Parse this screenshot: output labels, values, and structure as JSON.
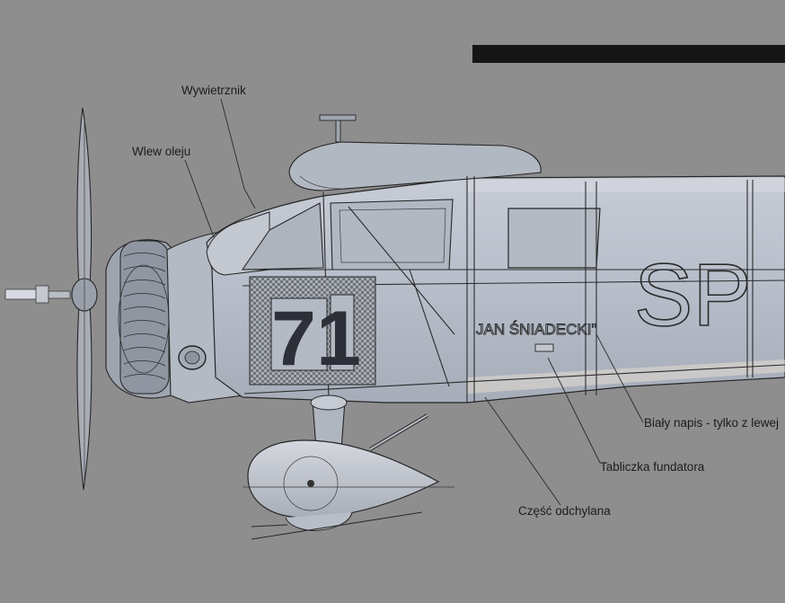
{
  "drawing": {
    "registration": "SP",
    "aircraft_name": "JAN ŚNIADECKI\"",
    "side_number": "71"
  },
  "callouts": {
    "vent": "Wywietrznik",
    "oil_filler": "Wlew oleju",
    "white_lettering": "Biały napis - tylko z lewej",
    "sponsor_plate": "Tabliczka fundatora",
    "hinged_part": "Część odchylana"
  },
  "colors": {
    "background": "#8e8e8e",
    "fuselage": "#b9c0cb",
    "fuselage_highlight": "#d9d9e2",
    "outline": "#2b2b2b",
    "header_bar": "#161616"
  }
}
